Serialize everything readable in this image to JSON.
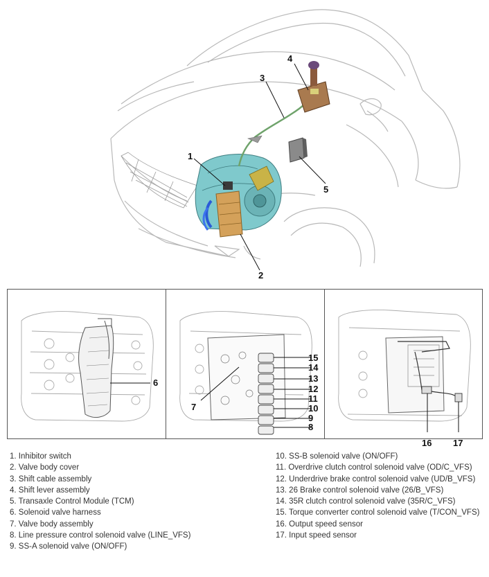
{
  "callouts": {
    "top": [
      "1",
      "2",
      "3",
      "4",
      "5"
    ],
    "panel1": [
      "6"
    ],
    "panel2": [
      "15",
      "14",
      "13",
      "12",
      "11",
      "10",
      "9",
      "8",
      "7"
    ],
    "panel3": [
      "16",
      "17"
    ]
  },
  "legend": {
    "left": [
      "1. Inhibitor switch",
      "2. Valve body cover",
      "3. Shift cable assembly",
      "4. Shift lever assembly",
      "5. Transaxle Control Module (TCM)",
      "6. Solenoid valve harness",
      "7. Valve body assembly",
      "8. Line pressure control solenoid valve (LINE_VFS)",
      "9. SS-A solenoid valve (ON/OFF)"
    ],
    "right": [
      "10. SS-B solenoid valve (ON/OFF)",
      "11. Overdrive clutch control solenoid valve (OD/C_VFS)",
      "12. Underdrive brake control solenoid valve (UD/B_VFS)",
      "13. 26 Brake control solenoid valve (26/B_VFS)",
      "14. 35R clutch control solenoid valve (35R/C_VFS)",
      "15. Torque converter control solenoid valve (T/CON_VFS)",
      "16. Output speed sensor",
      "17. Input speed sensor"
    ]
  },
  "colors": {
    "transaxle": "#7fc9cc",
    "valve_body": "#d4a15a",
    "harness_blue": "#2a5bd7",
    "tcm": "#8a8a8a",
    "cable": "#6fa36b",
    "lever": "#8b5a3c"
  }
}
